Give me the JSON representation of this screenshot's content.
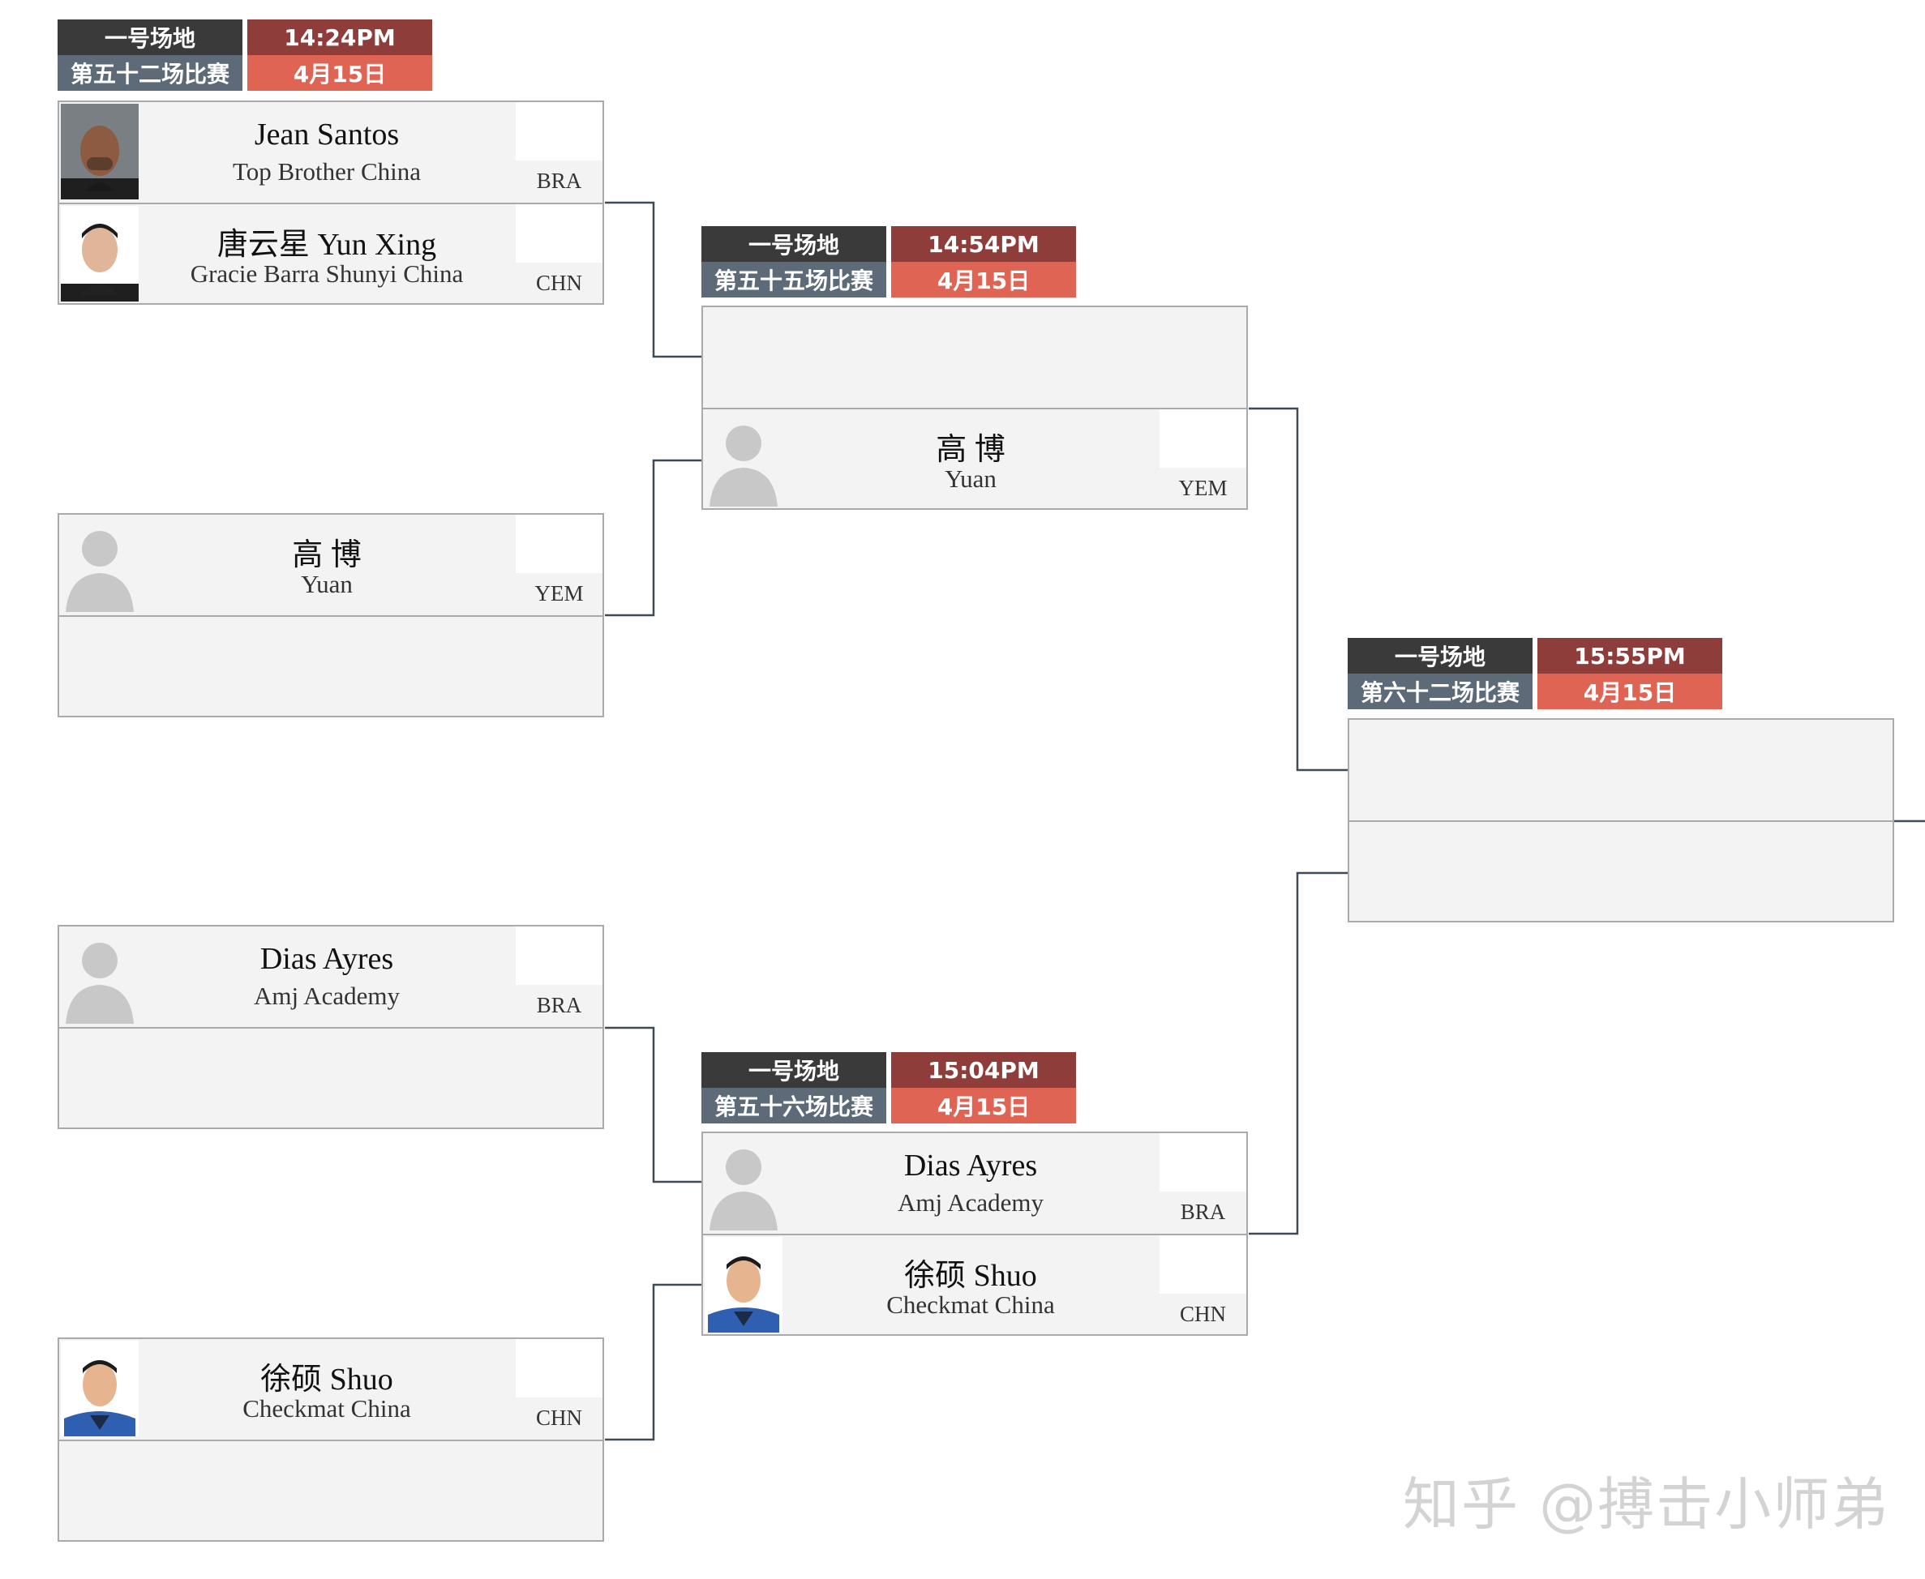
{
  "matches": [
    {
      "venue": "一号场地",
      "bout": "第五十二场比赛",
      "time": "14:24PM",
      "date": "4月15日"
    },
    {
      "venue": "一号场地",
      "bout": "第五十五场比赛",
      "time": "14:54PM",
      "date": "4月15日"
    },
    {
      "venue": "一号场地",
      "bout": "第六十二场比赛",
      "time": "15:55PM",
      "date": "4月15日"
    },
    {
      "venue": "一号场地",
      "bout": "第五十六场比赛",
      "time": "15:04PM",
      "date": "4月15日"
    }
  ],
  "competitors": {
    "santos": {
      "name": "Jean Santos",
      "team": "Top Brother China",
      "country": "BRA"
    },
    "yunxing": {
      "name": "唐云星 Yun Xing",
      "team": "Gracie Barra Shunyi China",
      "country": "CHN"
    },
    "gaobo": {
      "name": "高 博",
      "team": "Yuan",
      "country": "YEM"
    },
    "ayres": {
      "name": "Dias Ayres",
      "team": "Amj Academy",
      "country": "BRA"
    },
    "shuo": {
      "name": "徐硕 Shuo",
      "team": "Checkmat China",
      "country": "CHN"
    }
  },
  "watermark": "知乎 @搏击小师弟",
  "colors": {
    "venue_bg": "#3a3a3a",
    "bout_bg": "#5d6b78",
    "time_bg": "#8f3d3a",
    "date_bg": "#e06454",
    "slot_bg": "#f3f3f3",
    "connector": "#3f4a57"
  }
}
